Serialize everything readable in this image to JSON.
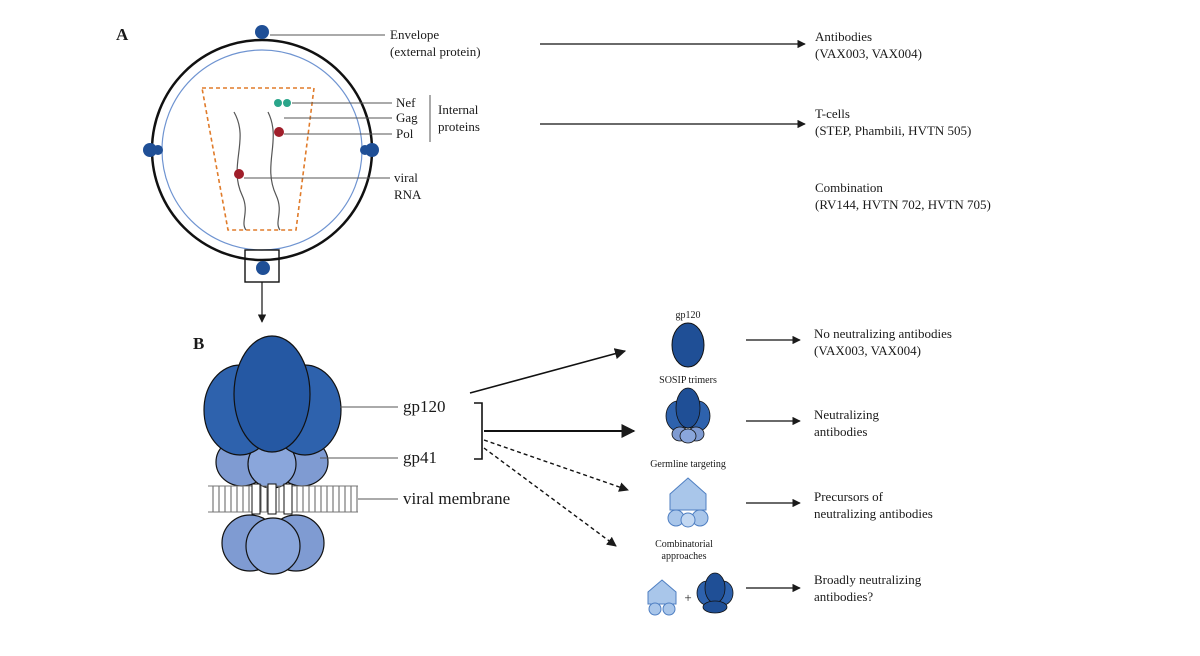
{
  "panels": {
    "a": "A",
    "b": "B"
  },
  "virion_labels": {
    "envelope_line1": "Envelope",
    "envelope_line2": "(external protein)",
    "nef": "Nef",
    "gag": "Gag",
    "pol": "Pol",
    "internal_line1": "Internal",
    "internal_line2": "proteins",
    "rna_line1": "viral",
    "rna_line2": "RNA"
  },
  "strategies": [
    {
      "line1": "Antibodies",
      "line2": "(VAX003, VAX004)"
    },
    {
      "line1": "T-cells",
      "line2": "(STEP, Phambili, HVTN 505)"
    },
    {
      "line1": "Combination",
      "line2": "(RV144, HVTN 702, HVTN 705)"
    }
  ],
  "spike_labels": {
    "gp120": "gp120",
    "gp41": "gp41",
    "membrane": "viral membrane"
  },
  "immunogens": [
    {
      "title": "gp120",
      "outcome_line1": "No neutralizing antibodies",
      "outcome_line2": "(VAX003, VAX004)"
    },
    {
      "title": "SOSIP trimers",
      "outcome_line1": "Neutralizing",
      "outcome_line2": "antibodies"
    },
    {
      "title": "Germline targeting",
      "outcome_line1": "Precursors of",
      "outcome_line2": "neutralizing antibodies"
    },
    {
      "title_line1": "Combinatorial",
      "title_line2": "approaches",
      "plus": "+",
      "outcome_line1": "Broadly neutralizing",
      "outcome_line2": "antibodies?"
    }
  ],
  "colors": {
    "dark_blue": "#1f4f96",
    "mid_blue": "#2e62ad",
    "light_blue": "#7f9bd2",
    "pale_blue": "#a9c6ea",
    "orange_dash": "#e07b2a",
    "green_dot": "#2aa58a",
    "red_dot": "#a01e2a",
    "inner_circle": "#6f94d1"
  }
}
